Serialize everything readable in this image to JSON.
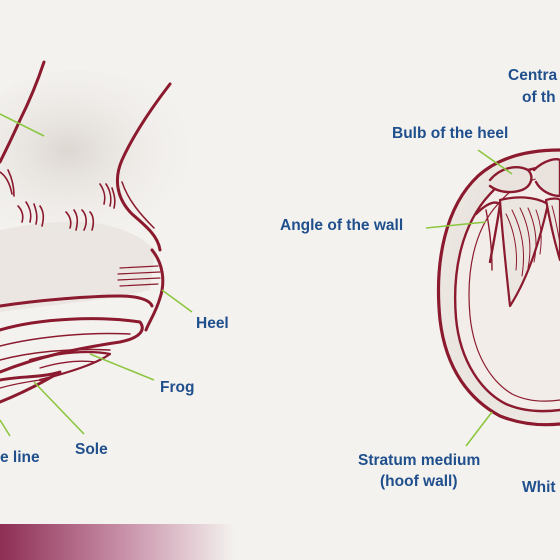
{
  "labels": {
    "heel": "Heel",
    "frog": "Frog",
    "sole": "Sole",
    "white_line_partial": "e line",
    "bulb_of_heel": "Bulb of the heel",
    "angle_of_wall": "Angle of the wall",
    "central_partial_1": "Centra",
    "central_partial_2": "of th",
    "stratum_medium_1": "Stratum medium",
    "stratum_medium_2": "(hoof wall)",
    "white_partial": "Whit"
  },
  "colors": {
    "outline": "#8b1a2e",
    "label": "#1f4f8c",
    "leader": "#8cc63f",
    "background": "#f4f2ef",
    "shade": "#e4dfda"
  }
}
